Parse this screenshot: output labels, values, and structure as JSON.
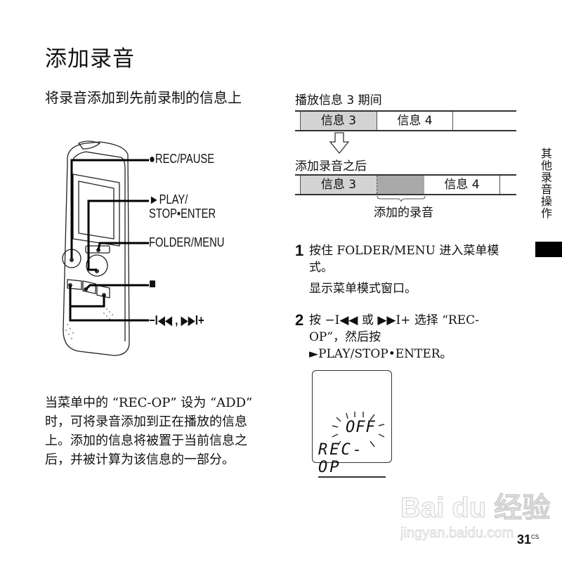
{
  "page": {
    "title": "添加录音",
    "subtitle": "将录音添加到先前录制的信息上",
    "page_number": "31",
    "page_suffix": "CS",
    "side_tab": "其他录音操作"
  },
  "device_labels": {
    "rec_pause": "●REC/PAUSE",
    "play_line1": "►PLAY/",
    "play_line2": "STOP•ENTER",
    "folder_menu": "FOLDER/MENU",
    "stop": "■",
    "skip": "−I◀◀ ,  ▶▶I+"
  },
  "timeline": {
    "before_caption": "播放信息 3 期间",
    "after_caption": "添加录音之后",
    "before_segments": [
      "信息 3",
      "信息 4"
    ],
    "after_segments": [
      "信息 3",
      "",
      "信息 4"
    ],
    "added_label": "添加的录音",
    "colors": {
      "message3": "#d3d3d3",
      "added": "#a9a9a9"
    }
  },
  "steps": [
    {
      "num": "1",
      "text": "按住 FOLDER/MENU 进入菜单模式。",
      "sub": "显示菜单模式窗口。"
    },
    {
      "num": "2",
      "text": "按 −I◀◀ 或 ▶▶I+ 选择 “REC-OP”，然后按 ►PLAY/STOP•ENTER。"
    }
  ],
  "lcd": {
    "value": "OFF",
    "label": "REC-OP"
  },
  "body_text": "当菜单中的 “REC-OP” 设为 “ADD” 时，可将录音添加到正在播放的信息上。添加的信息将被置于当前信息之后，并被计算为该信息的一部分。",
  "watermark": {
    "brand": "Bai du 经验",
    "url": "jingyan.baidu.com"
  }
}
